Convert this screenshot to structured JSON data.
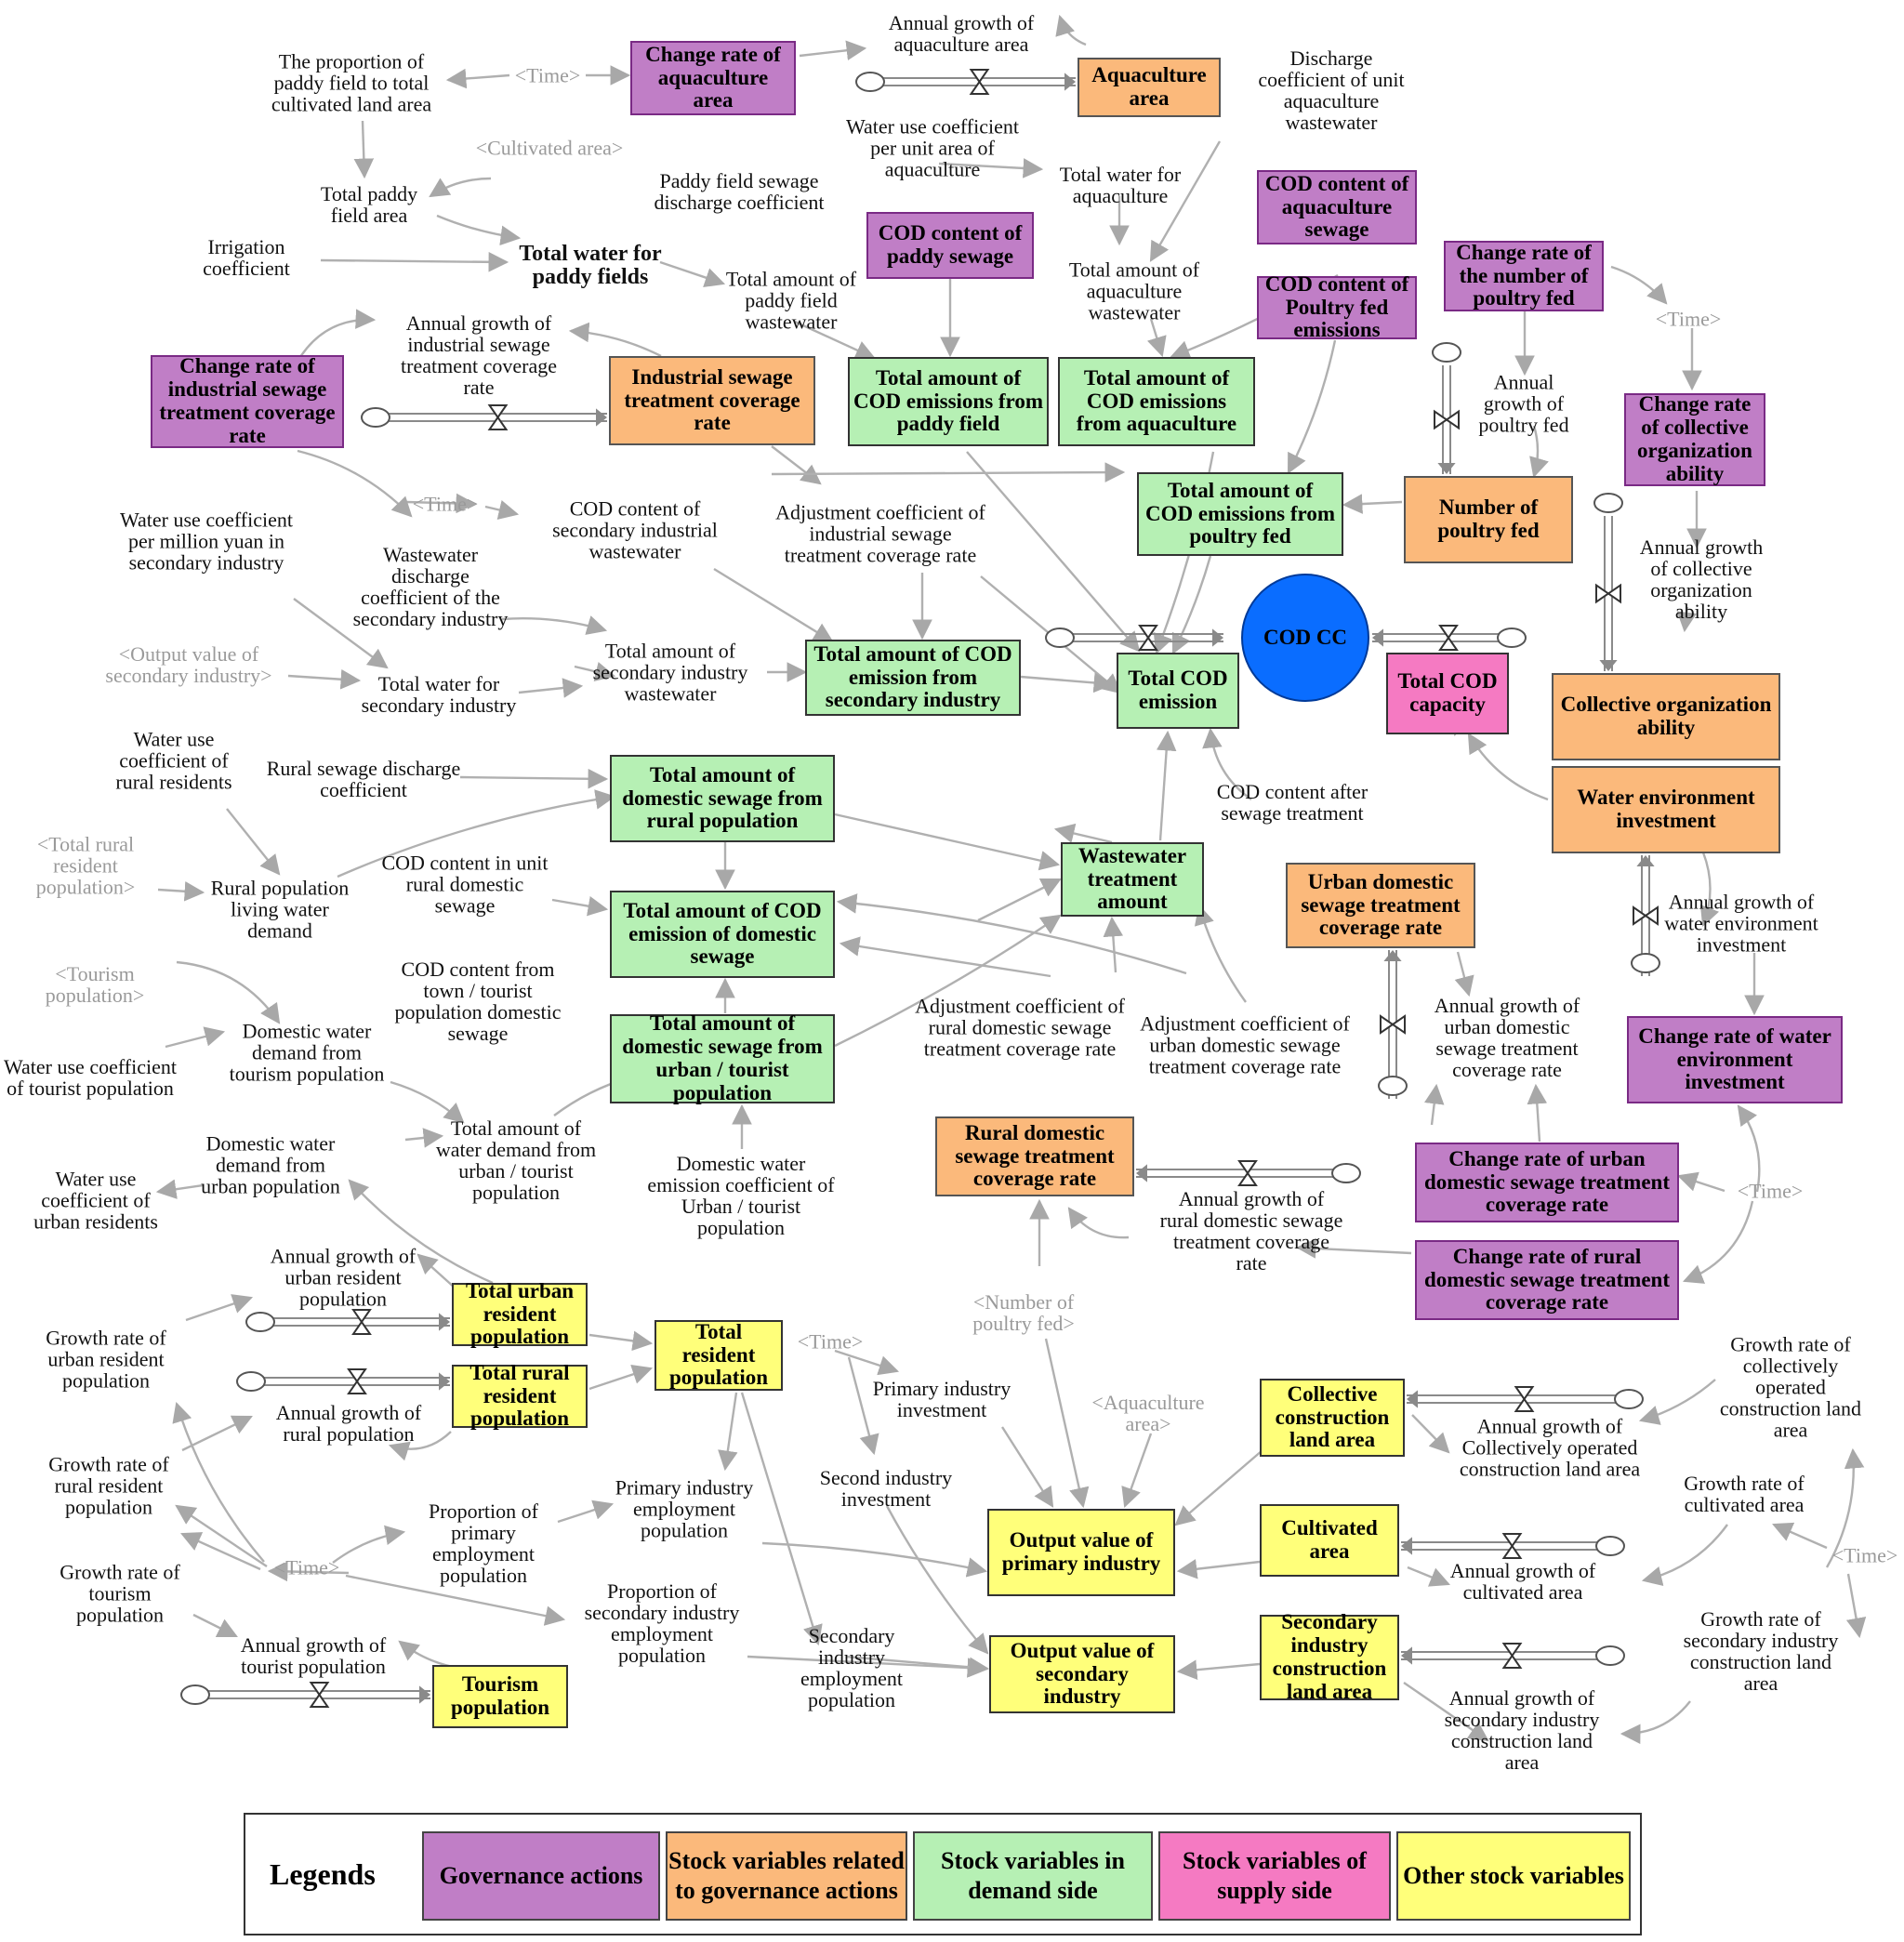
{
  "colors": {
    "governance": "#c07ec6",
    "gov_stock": "#fbb97b",
    "demand": "#b6f0b4",
    "supply": "#f57ac2",
    "other": "#ffff7a",
    "cod_cc": "#0a6dff",
    "arrow": "#b0b0b0"
  },
  "nodes": {
    "change_rate_aquaculture_area": "Change rate of aquaculture area",
    "aquaculture_area": "Aquaculture area",
    "cod_aquaculture_sewage": "COD content of aquaculture sewage",
    "cod_paddy_sewage": "COD content of paddy sewage",
    "change_rate_poultry": "Change rate of the number of poultry fed",
    "cod_poultry_emissions": "COD content of Poultry fed emissions",
    "change_rate_industrial_coverage": "Change rate of industrial sewage treatment coverage rate",
    "industrial_sewage_coverage": "Industrial sewage treatment coverage rate",
    "total_cod_paddy": "Total amount of COD emissions from paddy field",
    "total_cod_aquaculture": "Total amount of COD emissions from aquaculture",
    "change_rate_collective_org": "Change rate of collective organization ability",
    "total_cod_poultry": "Total amount of COD emissions from poultry fed",
    "number_poultry": "Number of poultry fed",
    "total_cod_secondary": "Total amount of COD emission from secondary industry",
    "total_cod_emission": "Total COD emission",
    "cod_cc": "COD CC",
    "total_cod_capacity": "Total COD capacity",
    "collective_org_ability": "Collective organization ability",
    "water_env_investment": "Water environment investment",
    "domestic_sewage_rural": "Total amount of domestic sewage from rural population",
    "total_cod_domestic": "Total amount of COD emission of domestic sewage",
    "domestic_sewage_urban": "Total amount of domestic sewage from urban / tourist population",
    "wastewater_treatment": "Wastewater treatment amount",
    "urban_sewage_coverage": "Urban domestic sewage treatment coverage rate",
    "change_rate_water_env": "Change rate of water environment investment",
    "rural_sewage_coverage": "Rural domestic sewage treatment coverage rate",
    "change_rate_urban_coverage": "Change rate of urban domestic sewage treatment coverage rate",
    "change_rate_rural_coverage": "Change rate of rural domestic sewage treatment coverage rate",
    "total_urban_pop": "Total urban resident population",
    "total_rural_pop": "Total rural resident population",
    "total_resident_pop": "Total resident population",
    "tourism_pop": "Tourism population",
    "collective_land": "Collective construction land area",
    "cultivated_area": "Cultivated area",
    "secondary_land": "Secondary industry construction land area",
    "output_primary": "Output value of primary industry",
    "output_secondary": "Output value of secondary industry"
  },
  "labels": {
    "annual_growth_aquaculture": "Annual growth of aquaculture area",
    "proportion_paddy": "The proportion of paddy field to total cultivated land area",
    "time_1": "<Time>",
    "discharge_coef_aquaculture": "Discharge coefficient of unit aquaculture wastewater",
    "water_use_aquaculture": "Water use coefficient per unit area of aquaculture",
    "cultivated_area_shadow": "<Cultivated area>",
    "paddy_discharge_coef": "Paddy field sewage discharge coefficient",
    "total_paddy_area": "Total paddy field area",
    "total_water_aquaculture": "Total water for aquaculture",
    "irrigation_coef": "Irrigation coefficient",
    "total_water_paddy": "Total water for paddy fields",
    "total_paddy_wastewater": "Total amount of paddy field wastewater",
    "total_aquaculture_wastewater": "Total amount of aquaculture wastewater",
    "time_2": "<Time>",
    "annual_growth_industrial_coverage": "Annual growth of industrial sewage treatment coverage rate",
    "annual_growth_poultry": "Annual growth of poultry fed",
    "time_3": "<Time>",
    "adj_coef_industrial": "Adjustment coefficient of industrial sewage treatment coverage rate",
    "water_use_secondary": "Water use coefficient per million yuan in secondary industry",
    "cod_secondary_wastewater": "COD content of secondary industrial wastewater",
    "annual_growth_collective": "Annual growth of collective organization ability",
    "wastewater_discharge_secondary": "Wastewater discharge coefficient of the secondary industry",
    "total_secondary_wastewater": "Total amount of secondary industry wastewater",
    "output_secondary_shadow": "<Output value of secondary industry>",
    "total_water_secondary": "Total water for secondary industry",
    "water_use_rural": "Water use coefficient of rural residents",
    "rural_discharge_coef": "Rural sewage discharge coefficient",
    "cod_after_treatment": "COD content after sewage treatment",
    "total_rural_pop_shadow": "<Total rural resident population>",
    "rural_water_demand": "Rural population living water demand",
    "cod_rural_domestic": "COD content in unit rural domestic sewage",
    "annual_growth_water_env": "Annual growth of water environment investment",
    "tourism_pop_shadow": "<Tourism population>",
    "cod_town_tourist": "COD content from town / tourist population domestic sewage",
    "adj_coef_rural": "Adjustment coefficient of rural domestic sewage treatment coverage rate",
    "adj_coef_urban": "Adjustment coefficient of urban domestic sewage treatment coverage rate",
    "annual_growth_urban_coverage": "Annual growth of urban domestic sewage treatment coverage rate",
    "domestic_water_tourism": "Domestic water demand from tourism population",
    "water_use_tourist": "Water use coefficient of tourist population",
    "domestic_water_urban": "Domestic water demand from urban population",
    "total_water_urban_tourist": "Total amount of water demand from urban / tourist population",
    "domestic_water_emission_coef": "Domestic water emission coefficient of Urban / tourist population",
    "water_use_urban": "Water use coefficient of urban residents",
    "annual_growth_rural_coverage": "Annual growth of rural domestic sewage treatment coverage rate",
    "time_4": "<Time>",
    "annual_growth_urban_pop": "Annual growth of urban resident population",
    "growth_rate_urban_pop": "Growth rate of urban resident population",
    "number_poultry_shadow": "<Number of poultry fed>",
    "time_5": "<Time>",
    "primary_investment": "Primary industry investment",
    "aquaculture_shadow": "<Aquaculture area>",
    "growth_rate_collective_land": "Growth rate of collectively operated construction land area",
    "annual_growth_collective_land": "Annual growth of Collectively operated construction land area",
    "annual_growth_rural_pop": "Annual growth of rural population",
    "growth_rate_rural_pop": "Growth rate of rural resident population",
    "second_investment": "Second industry investment",
    "growth_rate_cultivated": "Growth rate of cultivated area",
    "proportion_primary_employment": "Proportion of primary employment population",
    "primary_employment": "Primary industry employment population",
    "time_6": "<Time>",
    "time_7": "<Time>",
    "annual_growth_cultivated": "Annual growth of cultivated area",
    "growth_rate_tourism": "Growth rate of tourism population",
    "proportion_secondary_employment": "Proportion of secondary industry employment population",
    "growth_rate_secondary_land": "Growth rate of secondary industry construction land area",
    "annual_growth_tourist": "Annual growth of tourist population",
    "secondary_employment": "Secondary industry employment population",
    "annual_growth_secondary_land": "Annual growth of secondary industry construction land area"
  },
  "legend": {
    "title": "Legends",
    "items": [
      "Governance actions",
      "Stock variables related to governance actions",
      "Stock variables in demand side",
      "Stock variables of supply side",
      "Other stock variables"
    ]
  }
}
